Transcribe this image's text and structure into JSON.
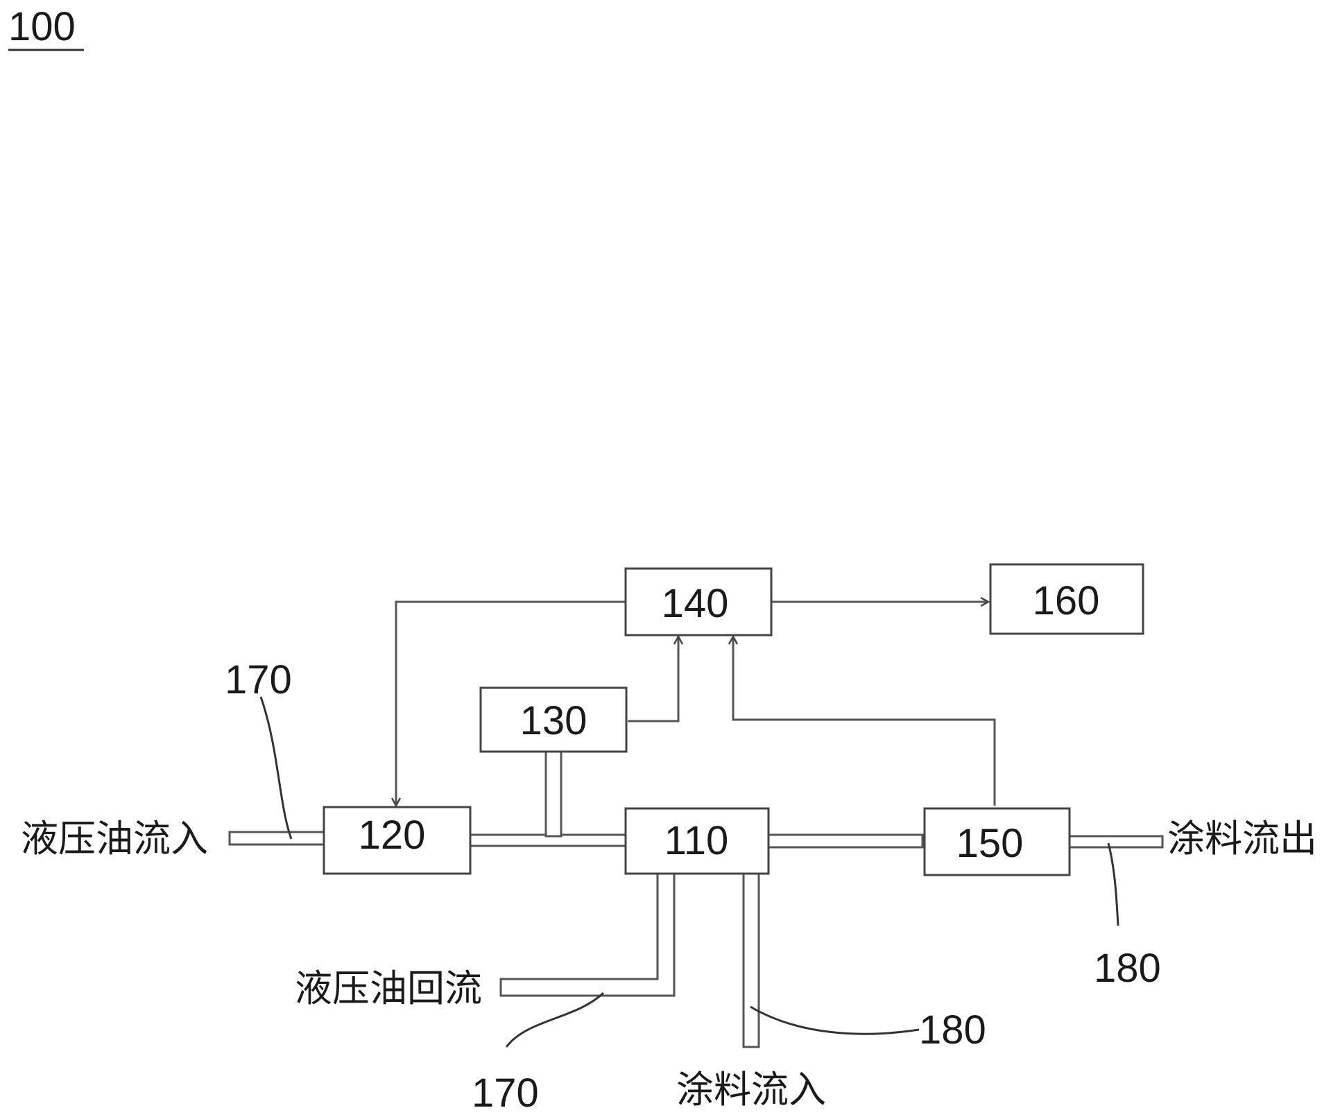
{
  "figure": {
    "reference": "100"
  },
  "blocks": {
    "b110": "110",
    "b120": "120",
    "b130": "130",
    "b140": "140",
    "b150": "150",
    "b160": "160"
  },
  "callouts": {
    "c170_top": "170",
    "c170_bottom": "170",
    "c180_right": "180",
    "c180_bottom": "180"
  },
  "flow_labels": {
    "hydraulic_in": "液压油流入",
    "hydraulic_return": "液压油回流",
    "coating_out": "涂料流出",
    "coating_in": "涂料流入"
  }
}
